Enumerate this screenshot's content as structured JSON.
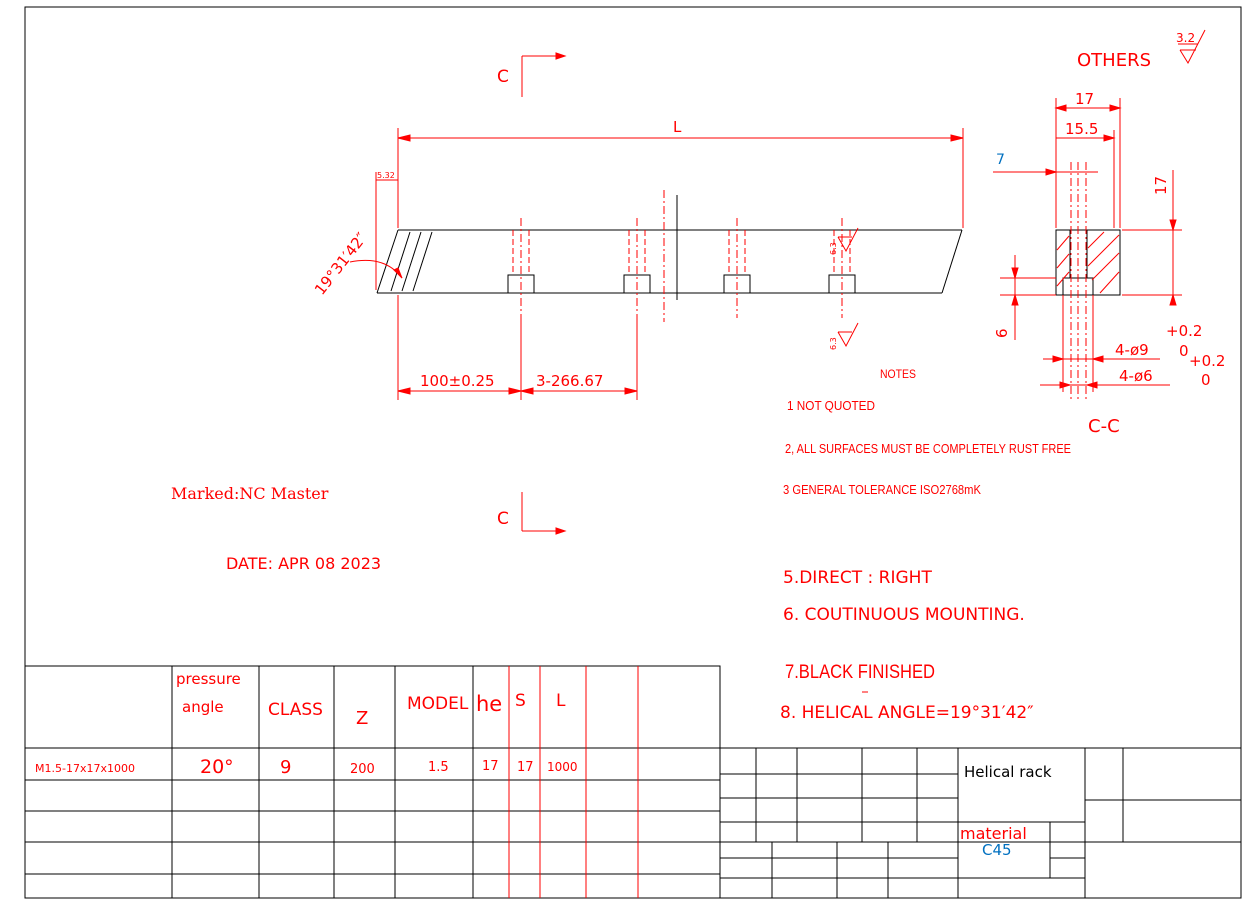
{
  "colors": {
    "line": "#ff0000",
    "frame": "#000000",
    "accent": "#0070c0"
  },
  "drawing": {
    "others_label": "OTHERS",
    "others_roughness": "3.2",
    "section_marker": "C",
    "section_title": "C-C",
    "dim_length": "L",
    "dim_height_left": "5.32",
    "helix_angle_dim": "19°31′42″",
    "dim_first_hole": "100±0.25",
    "dim_pitch": "3-266.67",
    "roughness_top": "6.3",
    "roughness_bottom": "6.3",
    "sec_width": "17",
    "sec_inner": "15.5",
    "sec_height": "17",
    "sec_counterbore_depth": "6",
    "sec_blue_dim": "7",
    "sec_hole_big": "4-ø9",
    "sec_hole_small": "4-ø6",
    "tol_big_upper": "+0.2",
    "tol_big_lower": "0",
    "tol_small_upper": "+0.2",
    "tol_small_lower": "0"
  },
  "notes": {
    "title": "NOTES",
    "n1": "1  NOT QUOTED",
    "n2": "2, ALL SURFACES MUST BE COMPLETELY RUST FREE",
    "n3": "3  GENERAL TOLERANCE ISO2768mK",
    "n5": "5.DIRECT : RIGHT",
    "n6": "6.  COUTINUOUS MOUNTING.",
    "n7": "7.BLACK FINISHED",
    "n8": "8. HELICAL ANGLE=19°31′42″",
    "marked": "Marked:NC Master",
    "date": "DATE: APR 08 2023"
  },
  "spec_table": {
    "headers": [
      "pressure angle",
      "CLASS",
      "Z",
      "MODEL",
      "he",
      "S",
      "L"
    ],
    "header_pressure_1": "pressure",
    "header_pressure_2": "angle",
    "row": {
      "part": "M1.5-17x17x1000",
      "pressure_angle": "20°",
      "class": "9",
      "z": "200",
      "model": "1.5",
      "he": "17",
      "s": "17",
      "l": "1000"
    }
  },
  "title_block": {
    "part_name": "Helical rack",
    "material_label": "material",
    "material_value": "C45"
  }
}
